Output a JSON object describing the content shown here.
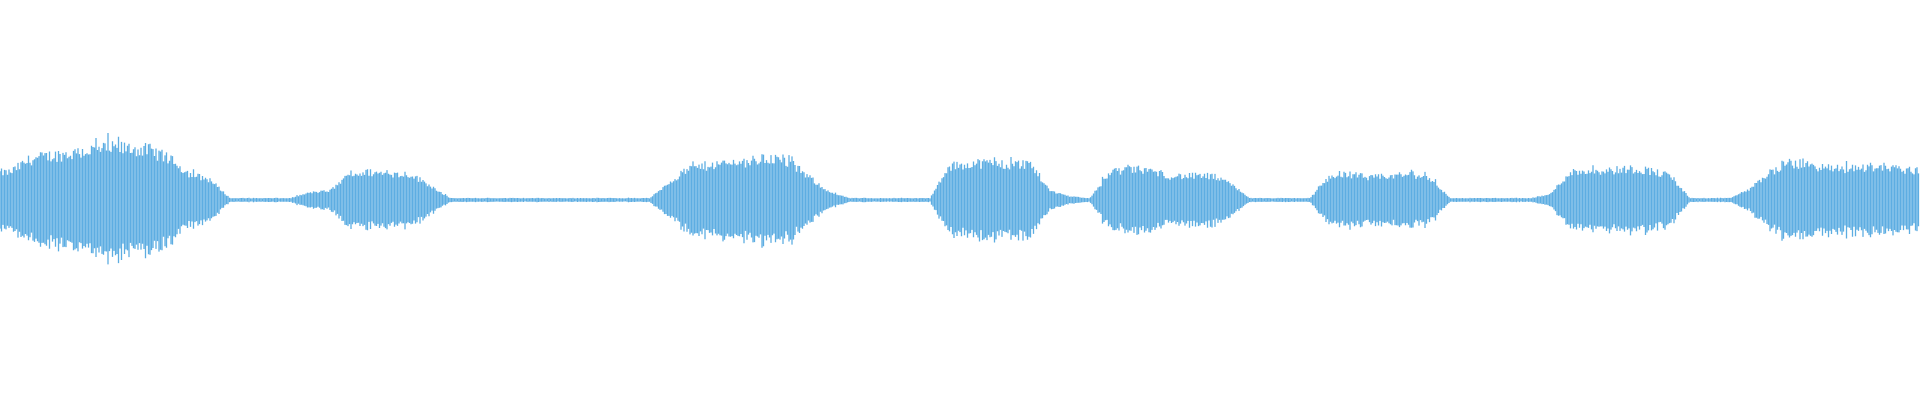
{
  "waveform": {
    "color": "#5dade2",
    "background": "#ffffff",
    "envelope": [
      0.15,
      0.22,
      0.24,
      0.25,
      0.27,
      0.28,
      0.28,
      0.27,
      0.22,
      0.14,
      0.11,
      0.01,
      0.01,
      0.01,
      0.01,
      0.04,
      0.05,
      0.14,
      0.15,
      0.14,
      0.14,
      0.08,
      0.01,
      0.01,
      0.01,
      0.01,
      0.01,
      0.01,
      0.01,
      0.01,
      0.01,
      0.01,
      0.01,
      0.1,
      0.17,
      0.19,
      0.2,
      0.21,
      0.23,
      0.2,
      0.12,
      0.04,
      0.01,
      0.01,
      0.01,
      0.01,
      0.01,
      0.18,
      0.2,
      0.2,
      0.19,
      0.2,
      0.05,
      0.02,
      0.01,
      0.15,
      0.17,
      0.16,
      0.13,
      0.13,
      0.13,
      0.09,
      0.01,
      0.01,
      0.01,
      0.01,
      0.13,
      0.14,
      0.12,
      0.13,
      0.14,
      0.12,
      0.01,
      0.01,
      0.01,
      0.01,
      0.01,
      0.03,
      0.15,
      0.16,
      0.16,
      0.17,
      0.16,
      0.13,
      0.01,
      0.01,
      0.01,
      0.06,
      0.15,
      0.2,
      0.19,
      0.17,
      0.17,
      0.18,
      0.18,
      0.16
    ]
  }
}
